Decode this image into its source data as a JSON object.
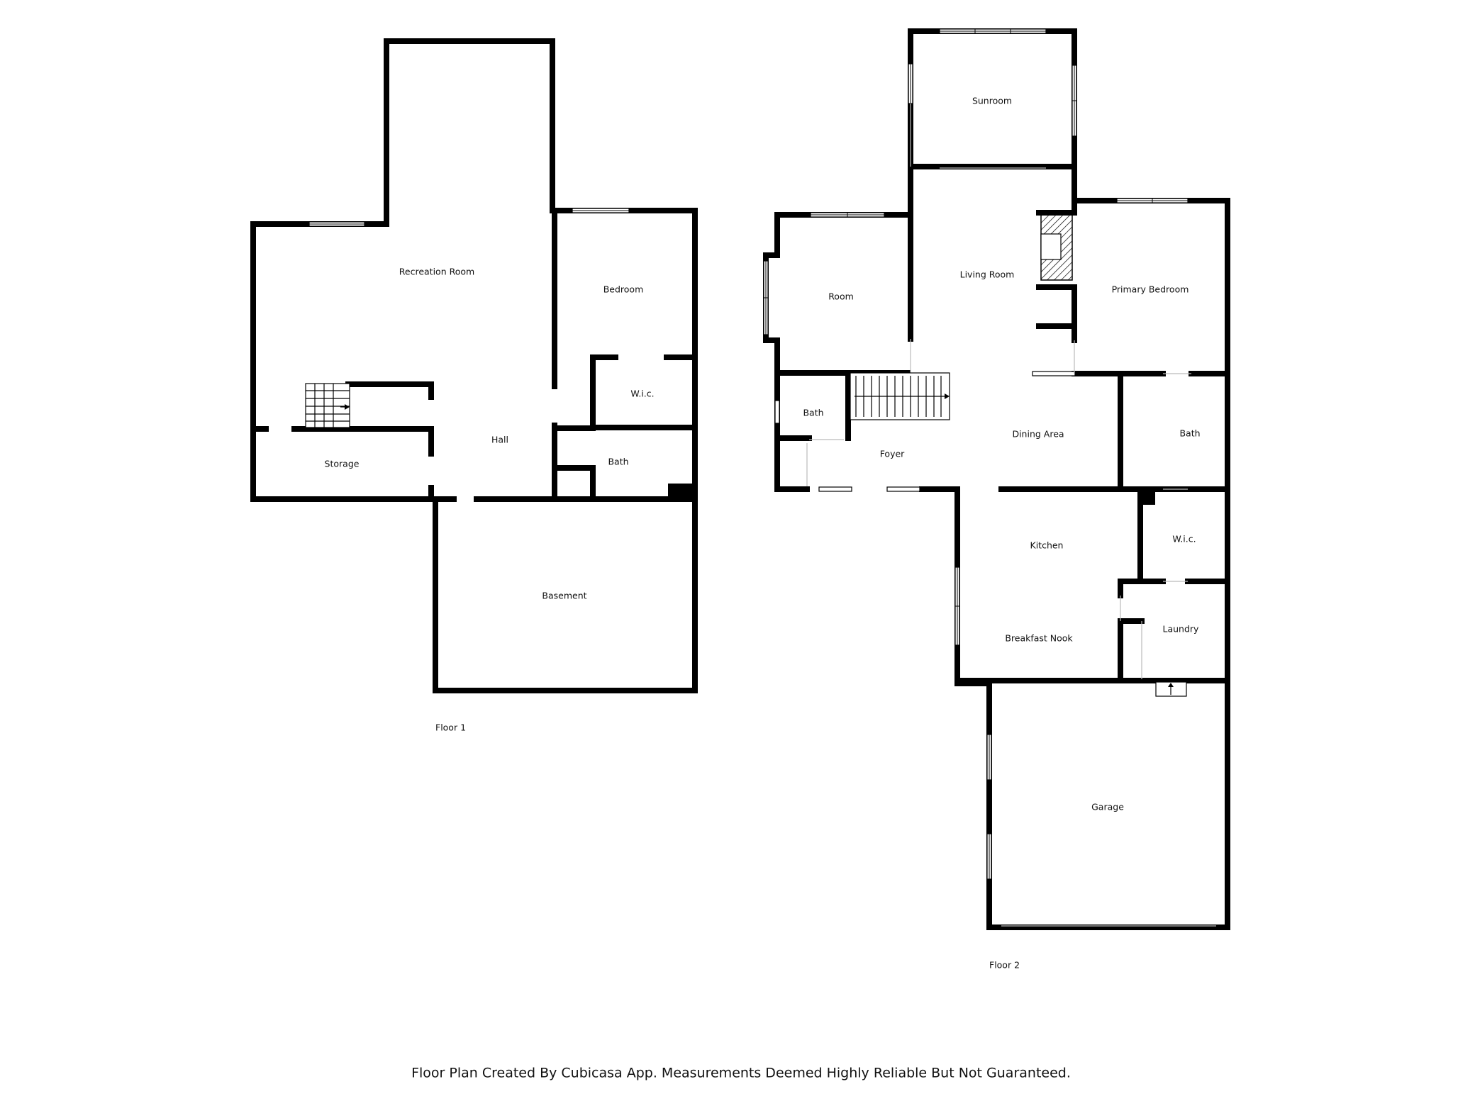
{
  "floors": [
    {
      "label": "Floor 1",
      "rooms": [
        {
          "key": "recreation",
          "name": "Recreation Room"
        },
        {
          "key": "bedroom",
          "name": "Bedroom"
        },
        {
          "key": "wic",
          "name": "W.i.c."
        },
        {
          "key": "hall",
          "name": "Hall"
        },
        {
          "key": "storage",
          "name": "Storage"
        },
        {
          "key": "bath",
          "name": "Bath"
        },
        {
          "key": "basement",
          "name": "Basement"
        }
      ]
    },
    {
      "label": "Floor 2",
      "rooms": [
        {
          "key": "sunroom",
          "name": "Sunroom"
        },
        {
          "key": "living",
          "name": "Living Room"
        },
        {
          "key": "room",
          "name": "Room"
        },
        {
          "key": "primary",
          "name": "Primary Bedroom"
        },
        {
          "key": "bath_left",
          "name": "Bath"
        },
        {
          "key": "foyer",
          "name": "Foyer"
        },
        {
          "key": "dining",
          "name": "Dining Area"
        },
        {
          "key": "bath_right",
          "name": "Bath"
        },
        {
          "key": "kitchen",
          "name": "Kitchen"
        },
        {
          "key": "wic",
          "name": "W.i.c."
        },
        {
          "key": "laundry",
          "name": "Laundry"
        },
        {
          "key": "nook",
          "name": "Breakfast Nook"
        },
        {
          "key": "garage",
          "name": "Garage"
        }
      ]
    }
  ],
  "footer": {
    "disclaimer": "Floor Plan Created By Cubicasa App. Measurements Deemed Highly Reliable But Not Guaranteed."
  }
}
